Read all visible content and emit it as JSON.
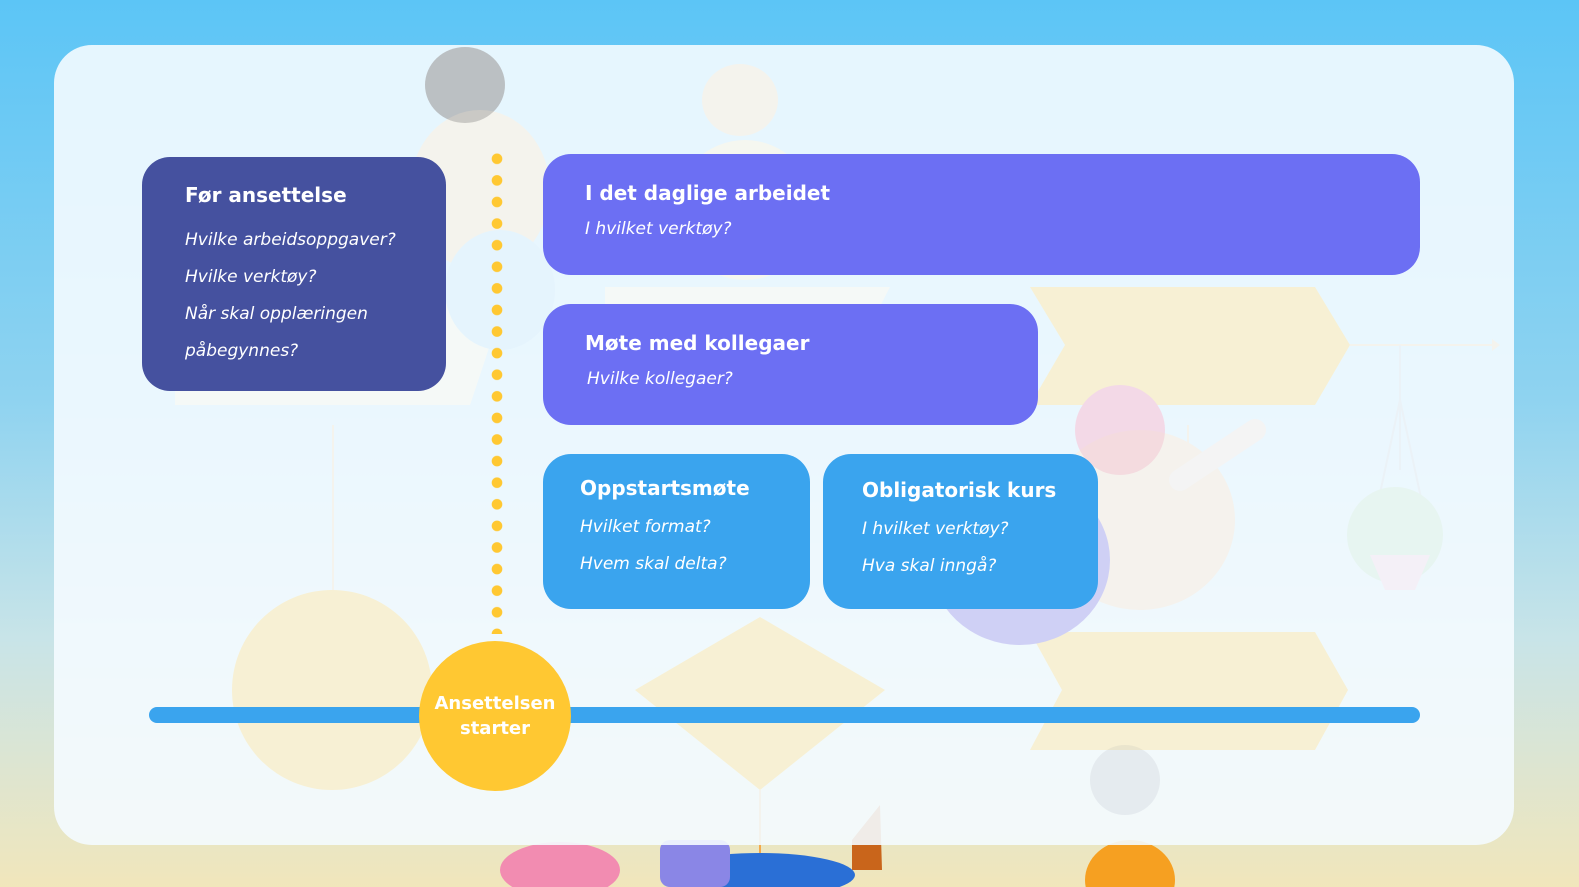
{
  "colors": {
    "before_card": "#45519f",
    "purple_card": "#6c6ff3",
    "blue_card": "#3aa4ee",
    "timeline": "#3aa4ee",
    "start_circle": "#ffc832",
    "dots": "#ffc832"
  },
  "before": {
    "title": "Før ansettelse",
    "q1": "Hvilke arbeidsoppgaver?",
    "q2": "Hvilke verktøy?",
    "q3": "Når skal opplæringen",
    "q4": "påbegynnes?"
  },
  "daily": {
    "title": "I det daglige arbeidet",
    "q1": "I hvilket verktøy?"
  },
  "colleagues": {
    "title": "Møte med kollegaer",
    "q1": "Hvilke kollegaer?"
  },
  "kickoff": {
    "title": "Oppstartsmøte",
    "q1": "Hvilket format?",
    "q2": "Hvem skal delta?"
  },
  "course": {
    "title": "Obligatorisk kurs",
    "q1": "I hvilket verktøy?",
    "q2": "Hva skal inngå?"
  },
  "start": {
    "line1": "Ansettelsen",
    "line2": "starter"
  }
}
